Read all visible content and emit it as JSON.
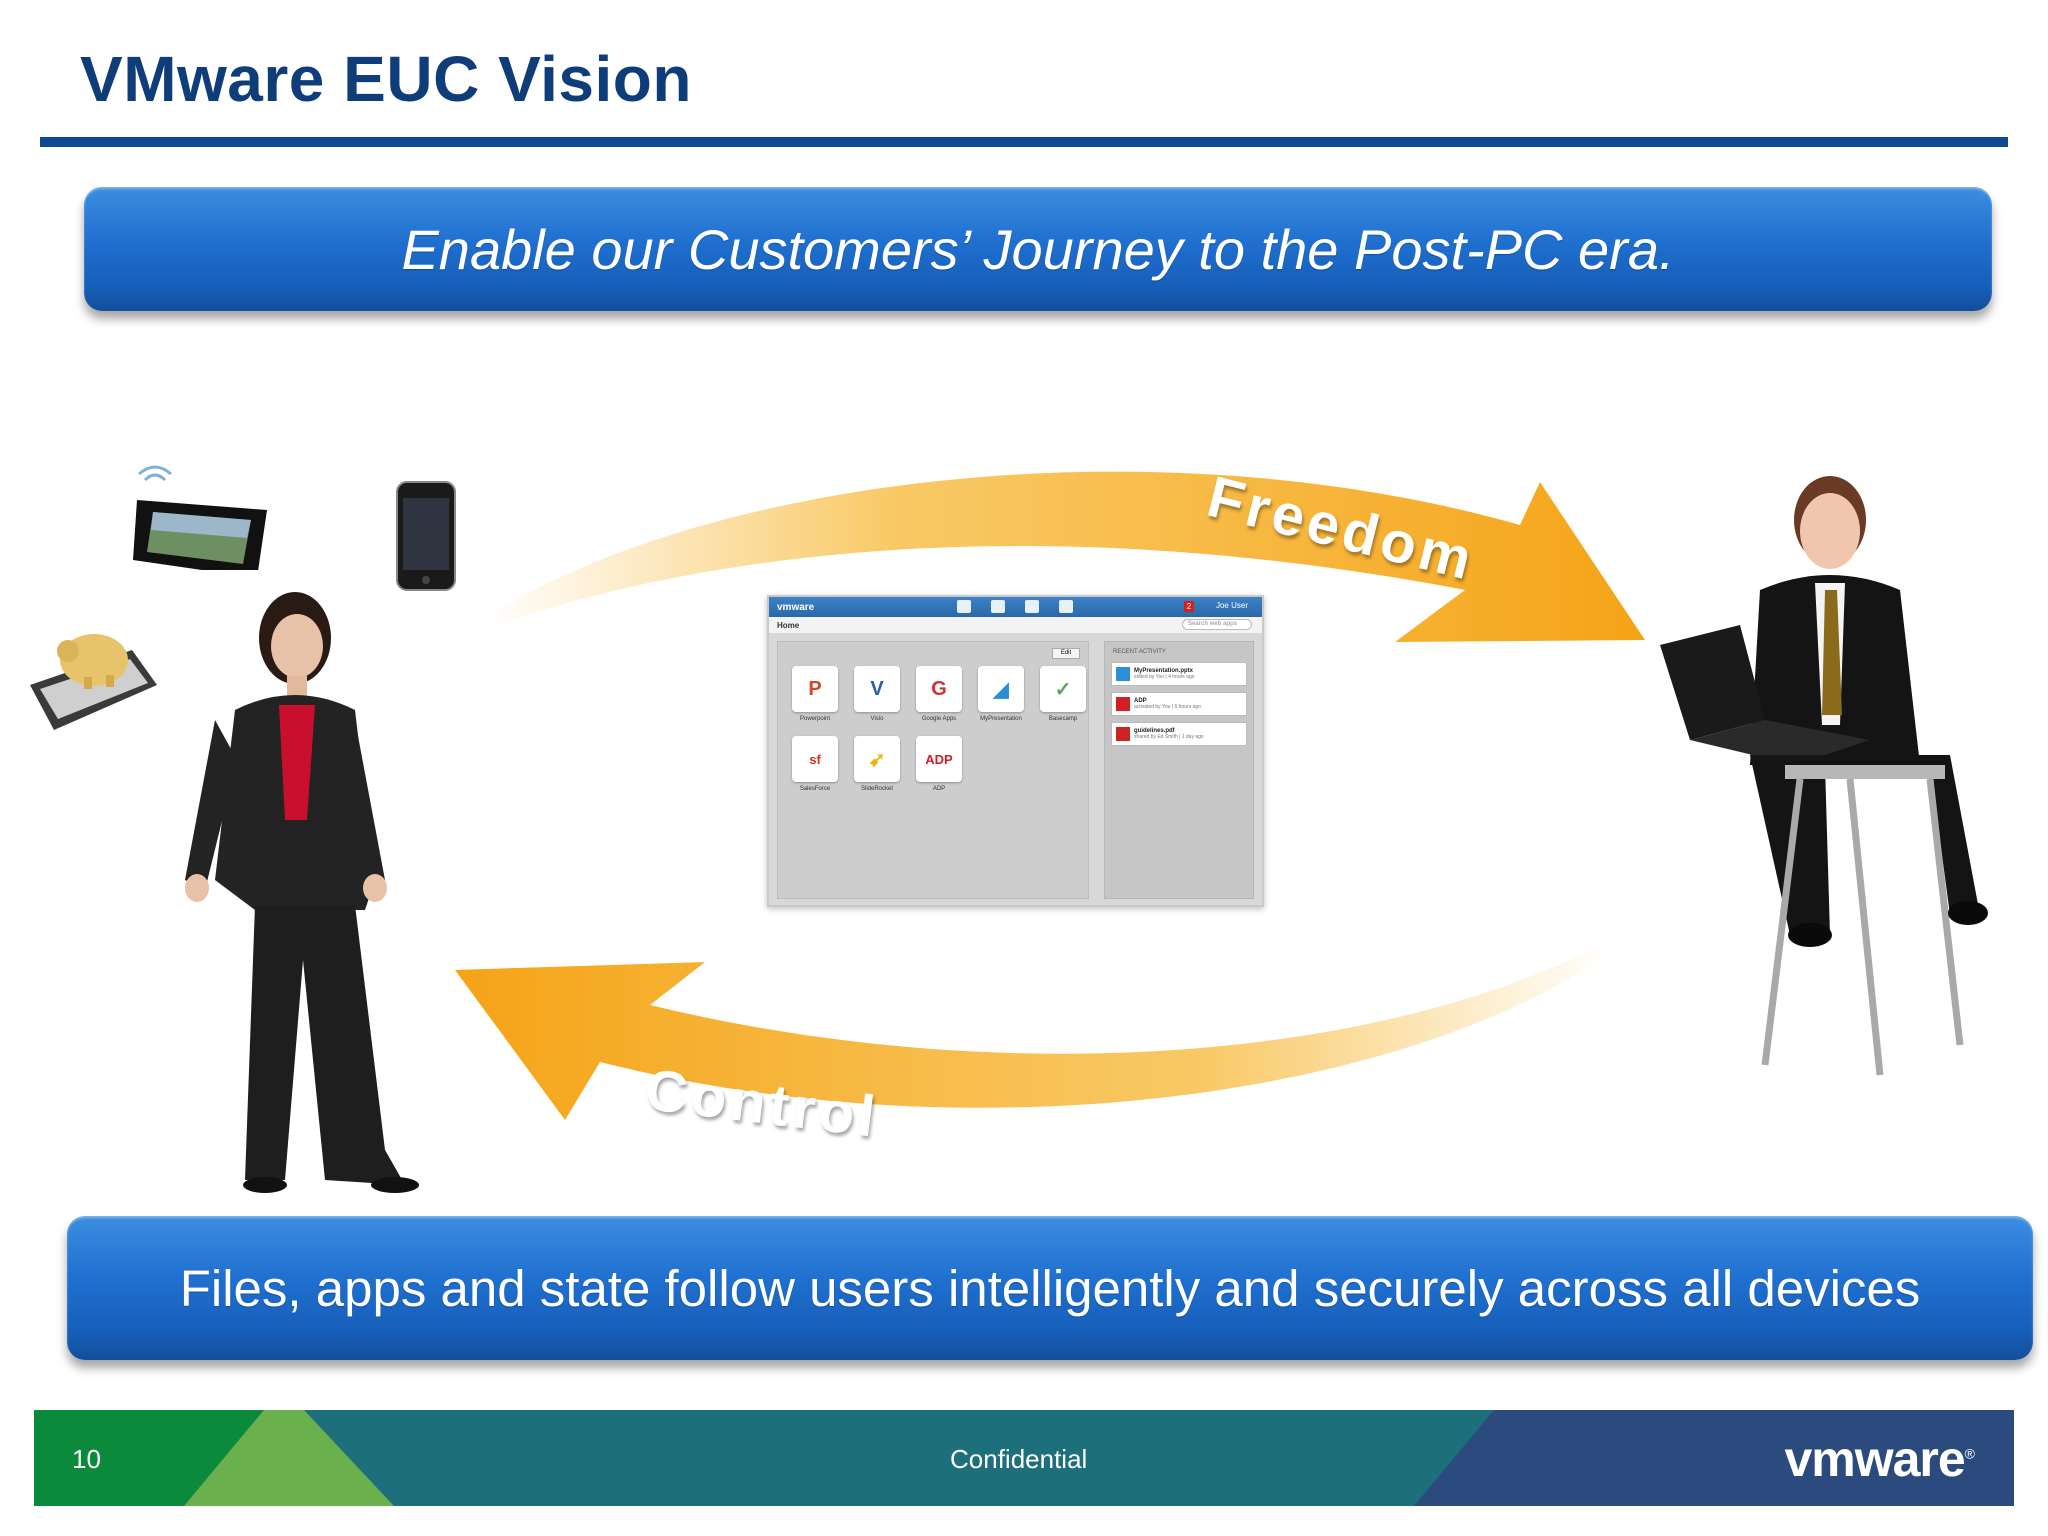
{
  "slide": {
    "title": "VMware EUC Vision",
    "top_banner": "Enable our Customers’ Journey to the Post-PC era.",
    "bottom_banner": "Files, apps and state follow users intelligently and securely across all devices"
  },
  "diagram": {
    "freedom_label": "Freedom",
    "control_label": "Control"
  },
  "app_window": {
    "brand": "vmware",
    "notification_count": "2",
    "user": "Joe User",
    "breadcrumb": "Home",
    "search_placeholder": "Search web apps",
    "edit_label": "Edit",
    "apps": [
      {
        "label": "Powerpoint",
        "glyph": "P",
        "color": "#d24726"
      },
      {
        "label": "Visio",
        "glyph": "V",
        "color": "#2a5db0"
      },
      {
        "label": "Google Apps",
        "glyph": "G",
        "color": "#c33"
      },
      {
        "label": "MyPresentation",
        "glyph": "◢",
        "color": "#2a8fd6"
      },
      {
        "label": "Basecamp",
        "glyph": "✓",
        "color": "#5aa55a"
      },
      {
        "label": "SalesForce",
        "glyph": "sf",
        "color": "#c32"
      },
      {
        "label": "SlideRocket",
        "glyph": "➹",
        "color": "#f0b400"
      },
      {
        "label": "ADP",
        "glyph": "ADP",
        "color": "#d21f26"
      }
    ],
    "activity_title": "RECENT ACTIVITY",
    "activity": [
      {
        "name": "MyPresentation.pptx",
        "meta": "edited by You | 4 hours ago",
        "color": "#2a8fd6"
      },
      {
        "name": "ADP",
        "meta": "activated by You | 6 hours ago",
        "color": "#d21f26"
      },
      {
        "name": "guidelines.pdf",
        "meta": "shared by Ed Smith | 1 day ago",
        "color": "#c22"
      }
    ]
  },
  "footer": {
    "page_number": "10",
    "confidential": "Confidential",
    "logo": "vmware"
  },
  "colors": {
    "title": "#0f3d7a",
    "banner": "#1f6fcf",
    "arrow": "#f5a623",
    "footer_green": "#0a8a3a",
    "footer_teal": "#1a6f7a",
    "footer_navy": "#2d4a7a"
  }
}
